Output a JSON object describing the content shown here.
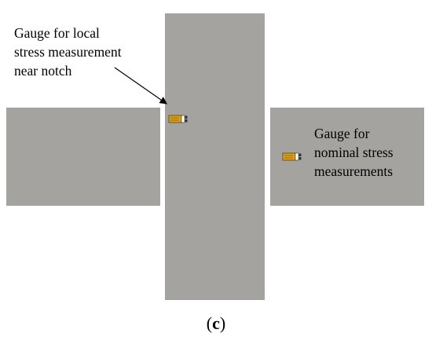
{
  "labels": {
    "local_gauge": [
      "Gauge for local",
      "stress measurement",
      "near notch"
    ],
    "nominal_gauge": [
      "Gauge for",
      "nominal stress",
      "measurements"
    ]
  },
  "caption": {
    "open": "(",
    "letter": "c",
    "close": ")"
  },
  "colors": {
    "plate": "#a5a3a0",
    "gauge_body": "#e0a21a",
    "gauge_outline": "#5a4200",
    "background": "#ffffff"
  }
}
